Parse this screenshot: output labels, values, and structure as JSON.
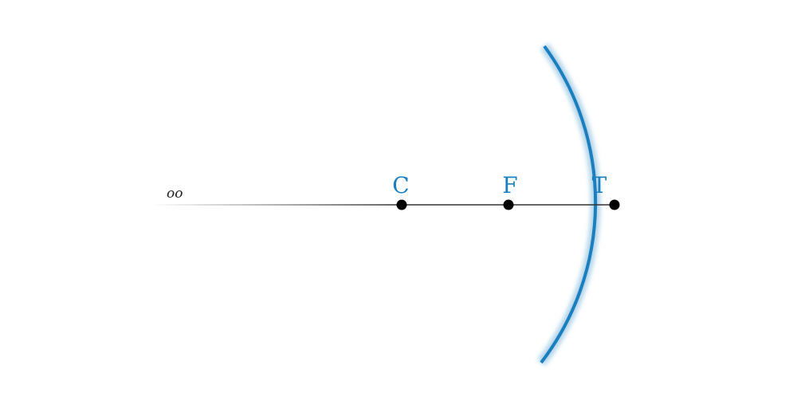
{
  "colors": {
    "mirror": "#1a7fbf",
    "label": "#1a7fbf",
    "axis": "#333333",
    "point": "#000000"
  },
  "diagram": {
    "infinity_label": "oo",
    "points": [
      {
        "id": "c",
        "label": "C"
      },
      {
        "id": "f",
        "label": "F"
      },
      {
        "id": "t",
        "label": "T"
      }
    ]
  }
}
